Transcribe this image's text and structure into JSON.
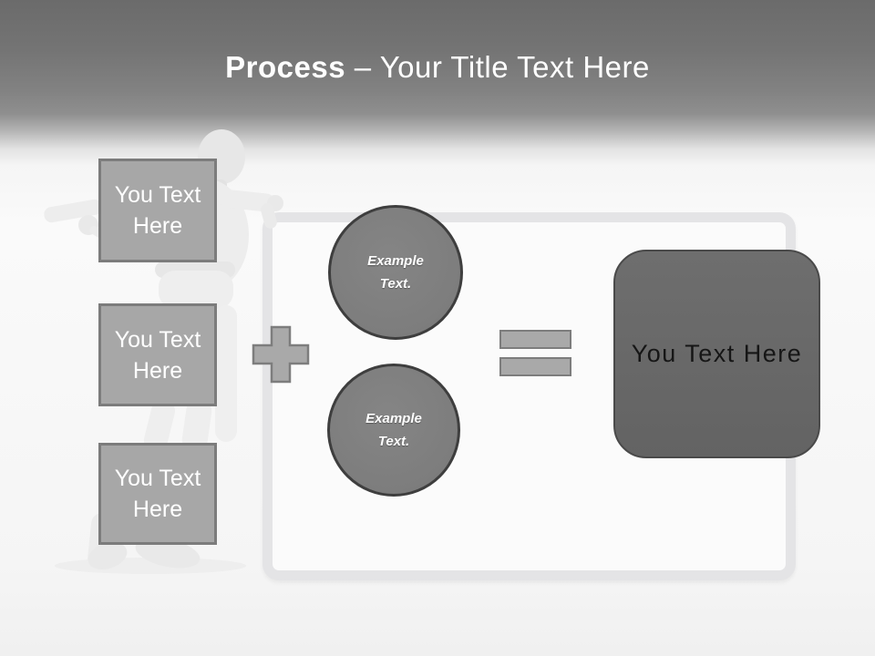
{
  "slide_title": {
    "emphasis": "Process",
    "rest": " – Your Title Text Here"
  },
  "input_boxes": [
    {
      "label": "You Text Here"
    },
    {
      "label": "You Text Here"
    },
    {
      "label": "You Text Here"
    }
  ],
  "operators": {
    "plus": "+",
    "equals": "="
  },
  "example_circles": [
    {
      "label": "Example Text."
    },
    {
      "label": "Example Text."
    }
  ],
  "result_box": {
    "label": "You Text Here"
  },
  "colors": {
    "header_top": "#6b6b6b",
    "title_text": "#ffffff",
    "placeholder_fill": "#a7a7a7",
    "placeholder_border": "#7c7c7c",
    "placeholder_text": "#ffffff",
    "operator_fill": "#a9a9a9",
    "operator_border": "#7d7d7d",
    "circle_fill": "#7f7f7f",
    "circle_border": "#3e3e3e",
    "circle_text": "#ffffff",
    "result_fill": "#696969",
    "result_border": "#4a4a4a",
    "result_text": "#161616",
    "whiteboard_frame": "#e4e4e6",
    "whiteboard_surface": "#fbfbfb"
  }
}
